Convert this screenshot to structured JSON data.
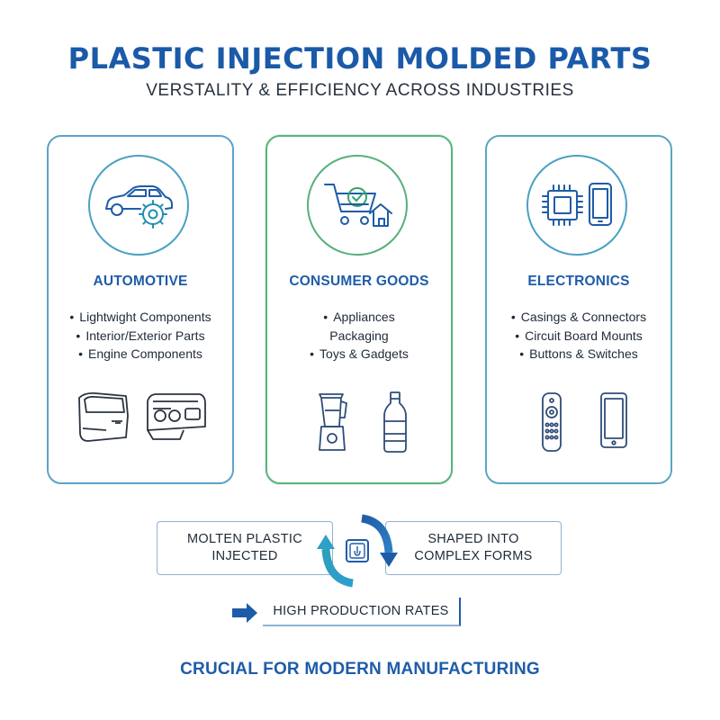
{
  "header": {
    "title": "PLASTIC INJECTION MOLDED PARTS",
    "subtitle": "VERSTALITY & EFFICIENCY ACROSS INDUSTRIES"
  },
  "cards": [
    {
      "title": "AUTOMOTIVE",
      "icon": "car-gear-icon",
      "bullets": [
        "Lightwight Components",
        "Interior/Exterior Parts",
        "Engine Components"
      ],
      "illustrations": [
        "car-door-icon",
        "dashboard-icon"
      ]
    },
    {
      "title": "CONSUMER GOODS",
      "icon": "cart-house-icon",
      "bullets": [
        "Appliances",
        "Packaging",
        "Toys & Gadgets"
      ],
      "illustrations": [
        "blender-icon",
        "bottle-icon"
      ]
    },
    {
      "title": "ELECTRONICS",
      "icon": "chip-phone-icon",
      "bullets": [
        "Casings & Connectors",
        "Circuit Board Mounts",
        "Buttons & Switches"
      ],
      "illustrations": [
        "remote-control-icon",
        "smartphone-icon"
      ]
    }
  ],
  "process": {
    "left": [
      "MOLTEN PLASTIC",
      "INJECTED"
    ],
    "right": [
      "SHAPED INTO",
      "COMPLEX FORMS"
    ],
    "cycle_icon": "cycle-arrows-icon",
    "rate_label": "HIGH PRODUCTION RATES"
  },
  "footer": "CRUCIAL FOR MODERN MANUFACTURING",
  "colors": {
    "brand_blue": "#1f5ca8",
    "teal": "#4aa0c3",
    "green": "#55b07a"
  }
}
